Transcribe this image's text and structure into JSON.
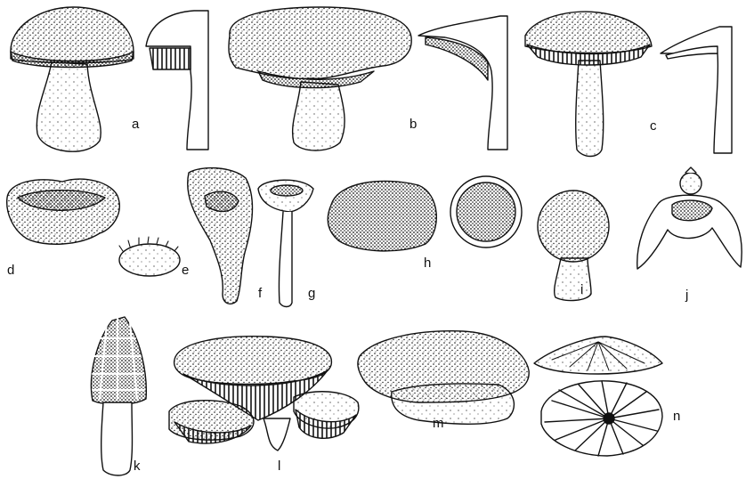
{
  "labels": {
    "a": "a",
    "b": "b",
    "c": "c",
    "d": "d",
    "e": "e",
    "f": "f",
    "g": "g",
    "h": "h",
    "i": "i",
    "j": "j",
    "k": "k",
    "l": "l",
    "m": "m",
    "n": "n"
  },
  "colors": {
    "ink": "#111111",
    "paper": "#ffffff"
  }
}
